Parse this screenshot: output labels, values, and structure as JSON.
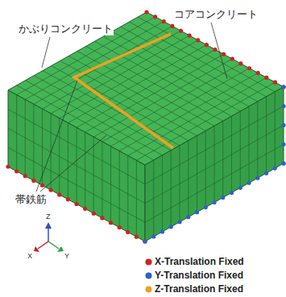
{
  "diagram": {
    "labels": [
      "かぶりコンクリート",
      "コアコンクリート",
      "帯鉄筋",
      "Z",
      "X",
      "Y"
    ],
    "legend": [
      {
        "text": "X-Translation Fixed",
        "color": "#d42020"
      },
      {
        "text": "Y-Translation Fixed",
        "color": "#3060d0"
      },
      {
        "text": "Z-Translation Fixed",
        "color": "#f0a020"
      }
    ]
  }
}
